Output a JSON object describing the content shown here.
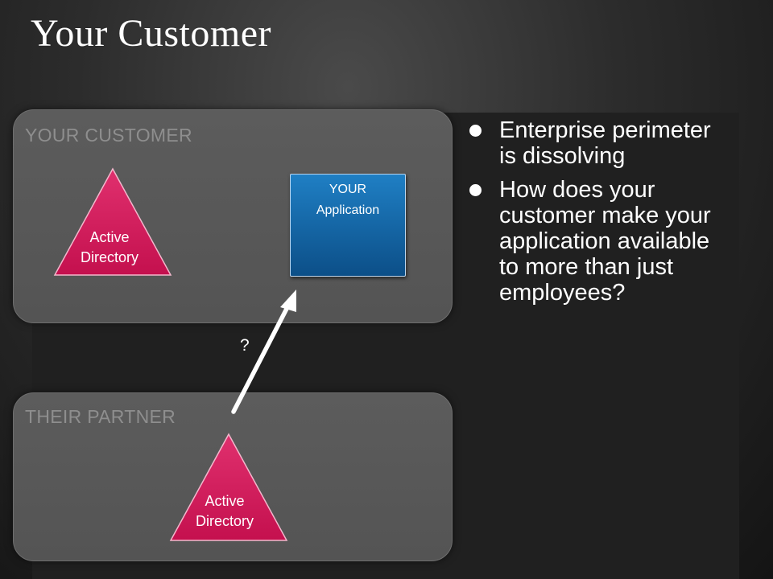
{
  "slide": {
    "title": "Your Customer"
  },
  "customer_panel": {
    "label": "YOUR CUSTOMER",
    "directory": {
      "line1": "Active",
      "line2": "Directory"
    },
    "app": {
      "line1": "YOUR",
      "line2": "Application"
    }
  },
  "partner_panel": {
    "label": "THEIR PARTNER",
    "directory": {
      "line1": "Active",
      "line2": "Directory"
    }
  },
  "connector": {
    "label": "?"
  },
  "bullets": [
    "Enterprise perimeter is dissolving",
    "How does your customer make your application available to more than just employees?"
  ],
  "colors": {
    "directory_triangle": "#d4145a",
    "app_box": "#1565a6"
  }
}
